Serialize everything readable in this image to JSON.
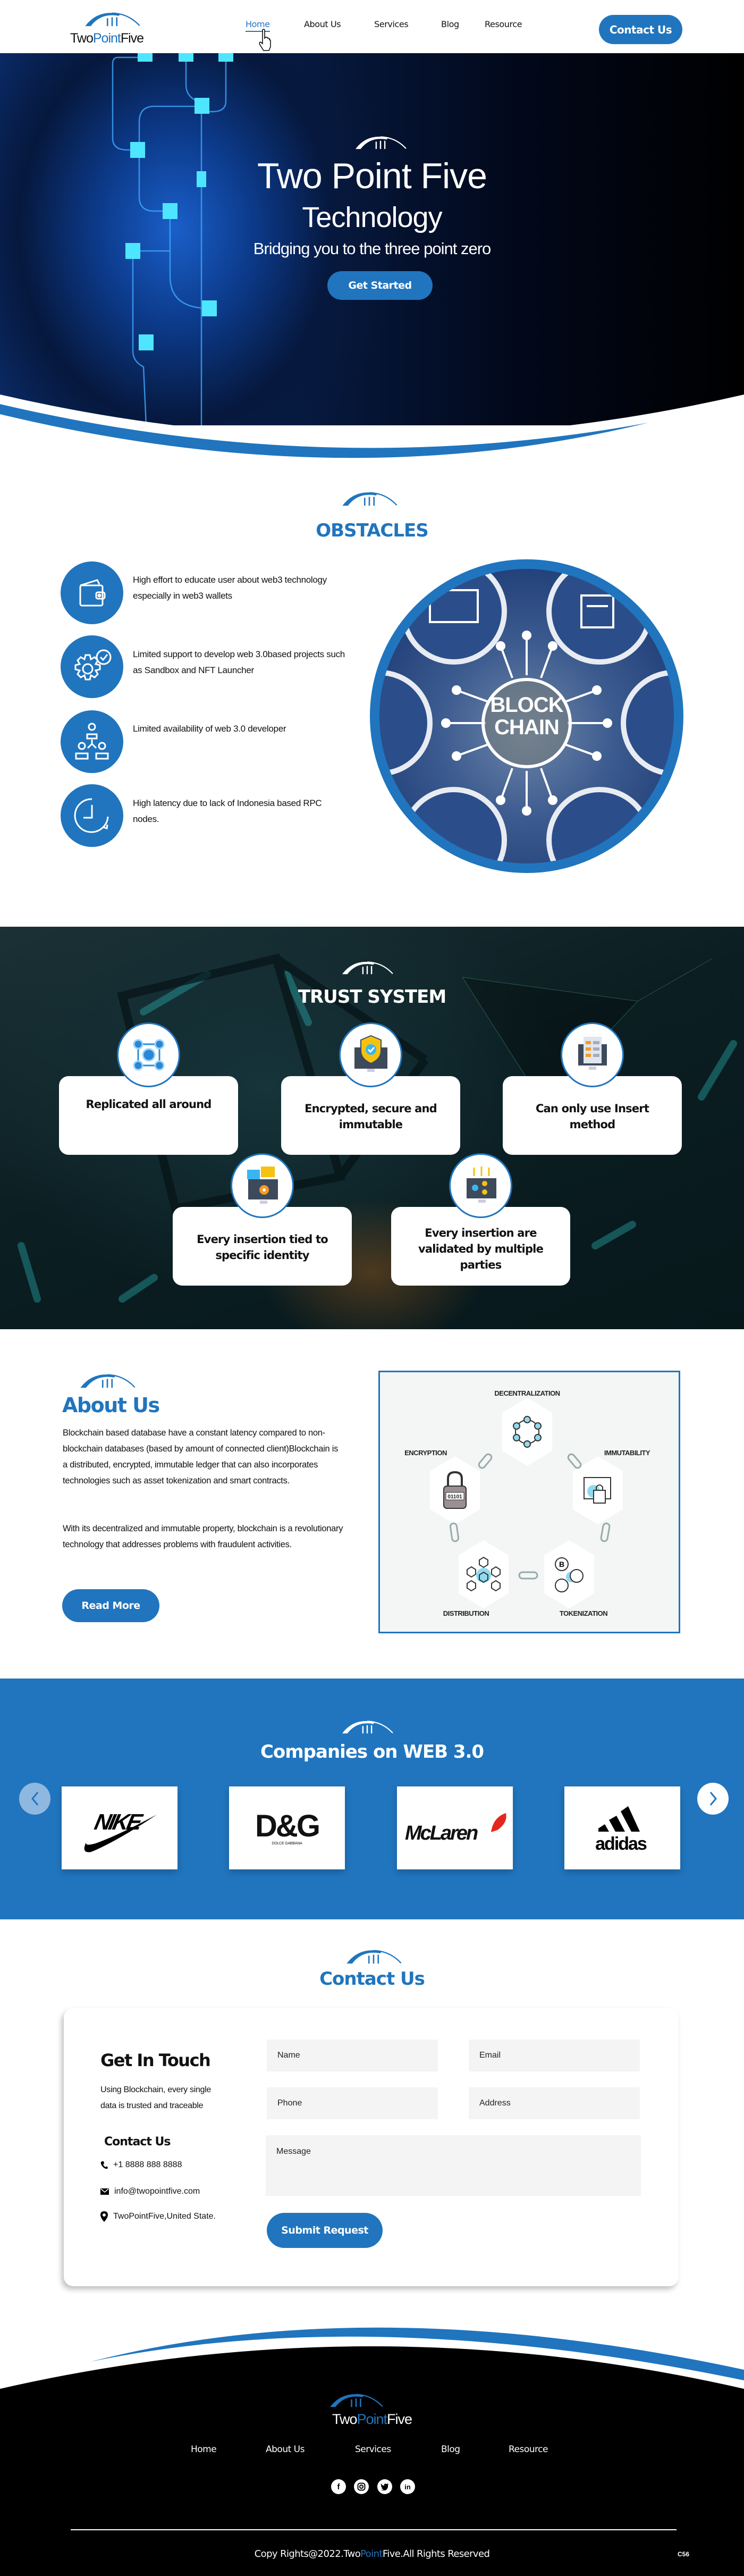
{
  "brand": {
    "part1": "Two",
    "part2": "Point",
    "part3": "Five"
  },
  "colors": {
    "accent": "#2075be",
    "dark": "#000000",
    "field_bg": "#f4f4f4"
  },
  "nav": {
    "items": [
      {
        "label": "Home",
        "active": true
      },
      {
        "label": "About Us"
      },
      {
        "label": "Services"
      },
      {
        "label": "Blog"
      },
      {
        "label": "Resource"
      }
    ],
    "contact_button": "Contact Us"
  },
  "hero": {
    "title": "Two Point Five",
    "subtitle": "Technology",
    "tagline": "Bridging you to the three point zero",
    "cta": "Get Started"
  },
  "obstacles": {
    "title": "OBSTACLES",
    "items": [
      {
        "icon": "wallet-icon",
        "text": "High effort to educate user about web3 technology especially in web3 wallets"
      },
      {
        "icon": "gear-check-icon",
        "text": "Limited support to develop web 3.0based projects such as Sandbox and NFT Launcher"
      },
      {
        "icon": "team-hierarchy-icon",
        "text": "Limited availability of web 3.0 developer"
      },
      {
        "icon": "clock-icon",
        "text": "High latency due to lack of Indonesia based RPC nodes."
      }
    ],
    "image_text": {
      "line1": "BLOCK",
      "line2": "CHAIN"
    }
  },
  "trust": {
    "title": "TRUST SYSTEM",
    "items": [
      {
        "icon": "network-nodes-icon",
        "text": "Replicated all around"
      },
      {
        "icon": "shield-monitor-icon",
        "text": "Encrypted, secure and immutable"
      },
      {
        "icon": "insert-list-monitor-icon",
        "text": "Can only use Insert method"
      },
      {
        "icon": "identity-chat-monitor-icon",
        "text": "Every insertion tied to specific identity"
      },
      {
        "icon": "validation-monitor-icon",
        "text": "Every insertion are validated by multiple parties"
      }
    ]
  },
  "about": {
    "title": "About Us",
    "p1": "Blockchain based database have a constant latency compared to non-blockchain databases (based by amount of connected client)Blockchain is a distributed, encrypted, immutable ledger that can also incorporates technologies such as asset tokenization and smart contracts.",
    "p2": "With its decentralized and immutable property, blockchain is a revolutionary technology that addresses problems with fraudulent activities.",
    "button": "Read More",
    "diagram": {
      "top": "DECENTRALIZATION",
      "left": "ENCRYPTION",
      "right": "IMMUTABILITY",
      "bottom_left": "DISTRIBUTION",
      "bottom_right": "TOKENIZATION",
      "lock_code": "01101"
    }
  },
  "companies": {
    "title": "Companies on WEB 3.0",
    "logos": [
      {
        "name": "NIKE"
      },
      {
        "name": "D&G",
        "sub": "DOLCE GABBANA"
      },
      {
        "name": "McLaren"
      },
      {
        "name": "adidas"
      }
    ]
  },
  "contact": {
    "title": "Contact Us",
    "heading": "Get In Touch",
    "description": "Using Blockchain, every single data is trusted and traceable",
    "subheading": "Contact Us",
    "phone": "+1 8888 888 8888",
    "email": "info@twopointfive.com",
    "address": "TwoPointFive,United State.",
    "form": {
      "name": "Name",
      "email": "Email",
      "phone": "Phone",
      "address": "Address",
      "message": "Message",
      "submit": "Submit Request"
    }
  },
  "footer": {
    "nav": [
      "Home",
      "About Us",
      "Services",
      "Blog",
      "Resource"
    ],
    "social": [
      "facebook",
      "instagram",
      "twitter",
      "linkedin"
    ],
    "copyright_pre": "Copy Rights@2022.Two",
    "copyright_accent": "Point",
    "copyright_post": "Five.All Rights Reserved",
    "badge": "C56"
  }
}
